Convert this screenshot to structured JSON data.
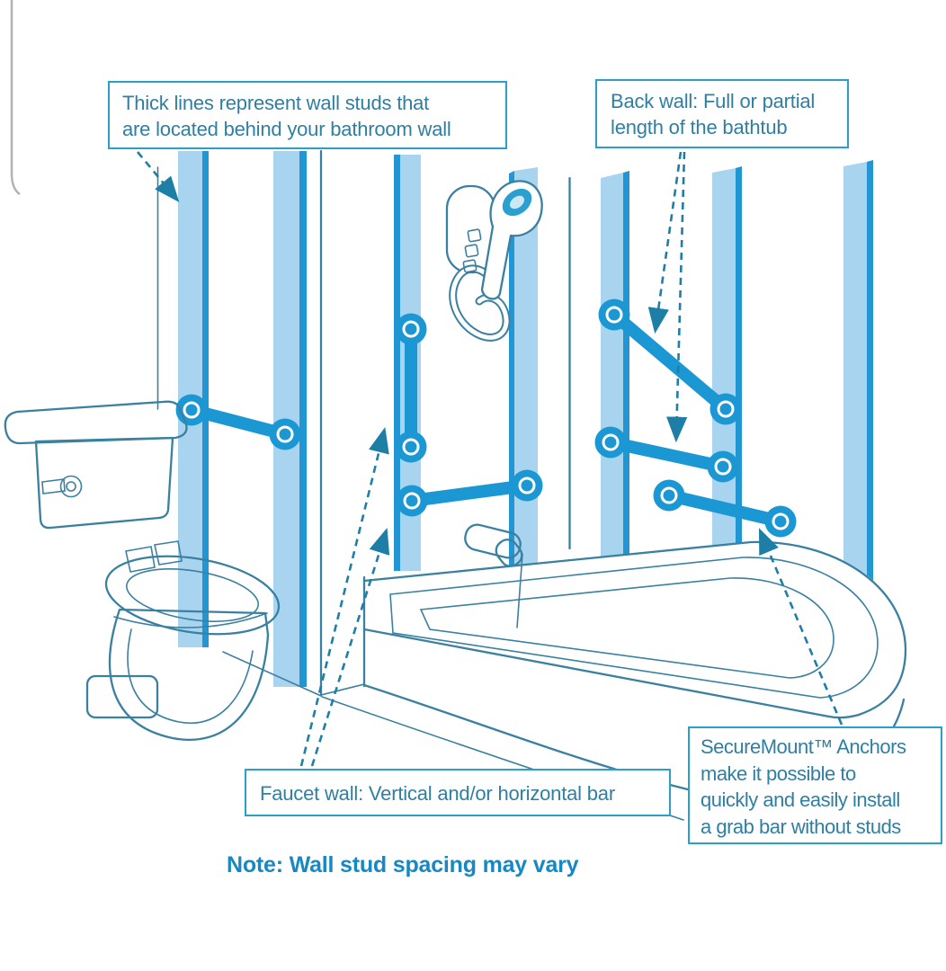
{
  "colors": {
    "stud_light": "#a8d4f0",
    "stud_dark": "#2196d3",
    "bar_blue": "#1b97d4",
    "outline": "#3a80a0",
    "arrow": "#1e7fa6",
    "box_border": "#2aa0c8",
    "box_text": "#2f7fa2",
    "note_text": "#1688c4",
    "page_edge": "#b3b3b3",
    "shower_face": "#2aa0d0",
    "shower_face_center": "#cde8f5"
  },
  "callouts": {
    "wall_studs": {
      "lines": [
        "Thick lines represent wall studs that",
        "are located behind your bathroom wall"
      ]
    },
    "back_wall": {
      "lines": [
        "Back wall: Full or partial",
        "length of the bathtub"
      ]
    },
    "faucet_wall": {
      "lines": [
        "Faucet wall: Vertical and/or horizontal bar"
      ]
    },
    "securemount": {
      "lines": [
        "SecureMount™ Anchors",
        "make it possible to",
        "quickly and easily install",
        "a grab bar without studs"
      ]
    }
  },
  "note": {
    "text": "Note: Wall stud spacing may vary"
  },
  "icons": [
    "toilet-icon",
    "bathtub-icon",
    "handheld-shower-icon",
    "faucet-spout-icon",
    "wall-stud-icon",
    "grab-bar-icon",
    "dashed-arrow-icon"
  ]
}
